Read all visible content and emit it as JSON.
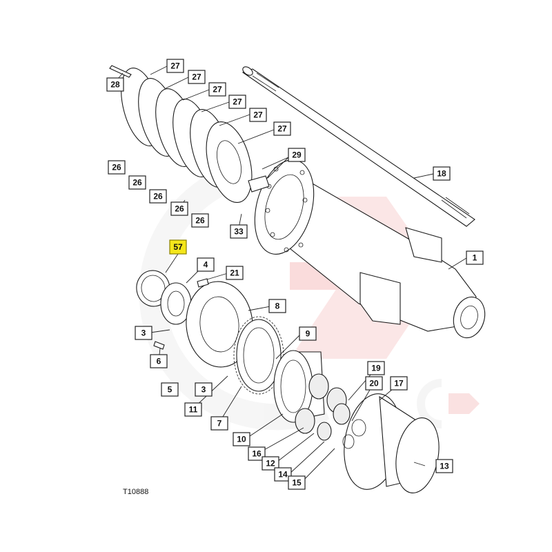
{
  "diagram": {
    "code": "T10888",
    "highlight_color": "#f4e61b",
    "watermark_color": "#f7c9c9",
    "callouts": {
      "c27a": "27",
      "c27b": "27",
      "c27c": "27",
      "c27d": "27",
      "c27e": "27",
      "c27f": "27",
      "c28": "28",
      "c26a": "26",
      "c26b": "26",
      "c26c": "26",
      "c26d": "26",
      "c26e": "26",
      "c29": "29",
      "c33": "33",
      "c18": "18",
      "c1": "1",
      "c57": "57",
      "c4": "4",
      "c21": "21",
      "c8": "8",
      "c3a": "3",
      "c3b": "3",
      "c6": "6",
      "c5": "5",
      "c9": "9",
      "c11": "11",
      "c7": "7",
      "c19": "19",
      "c20": "20",
      "c17": "17",
      "c10": "10",
      "c16": "16",
      "c12": "12",
      "c14": "14",
      "c15": "15",
      "c13": "13"
    }
  }
}
